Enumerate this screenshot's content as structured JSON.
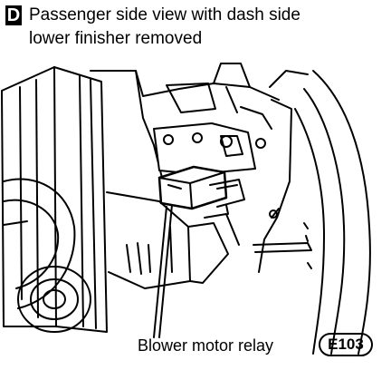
{
  "header": {
    "view_letter": "D",
    "title_line1": "Passenger side view with dash side",
    "title_line2": "lower finisher removed"
  },
  "callout": {
    "label": "Blower motor relay",
    "connector_code": "E103"
  }
}
